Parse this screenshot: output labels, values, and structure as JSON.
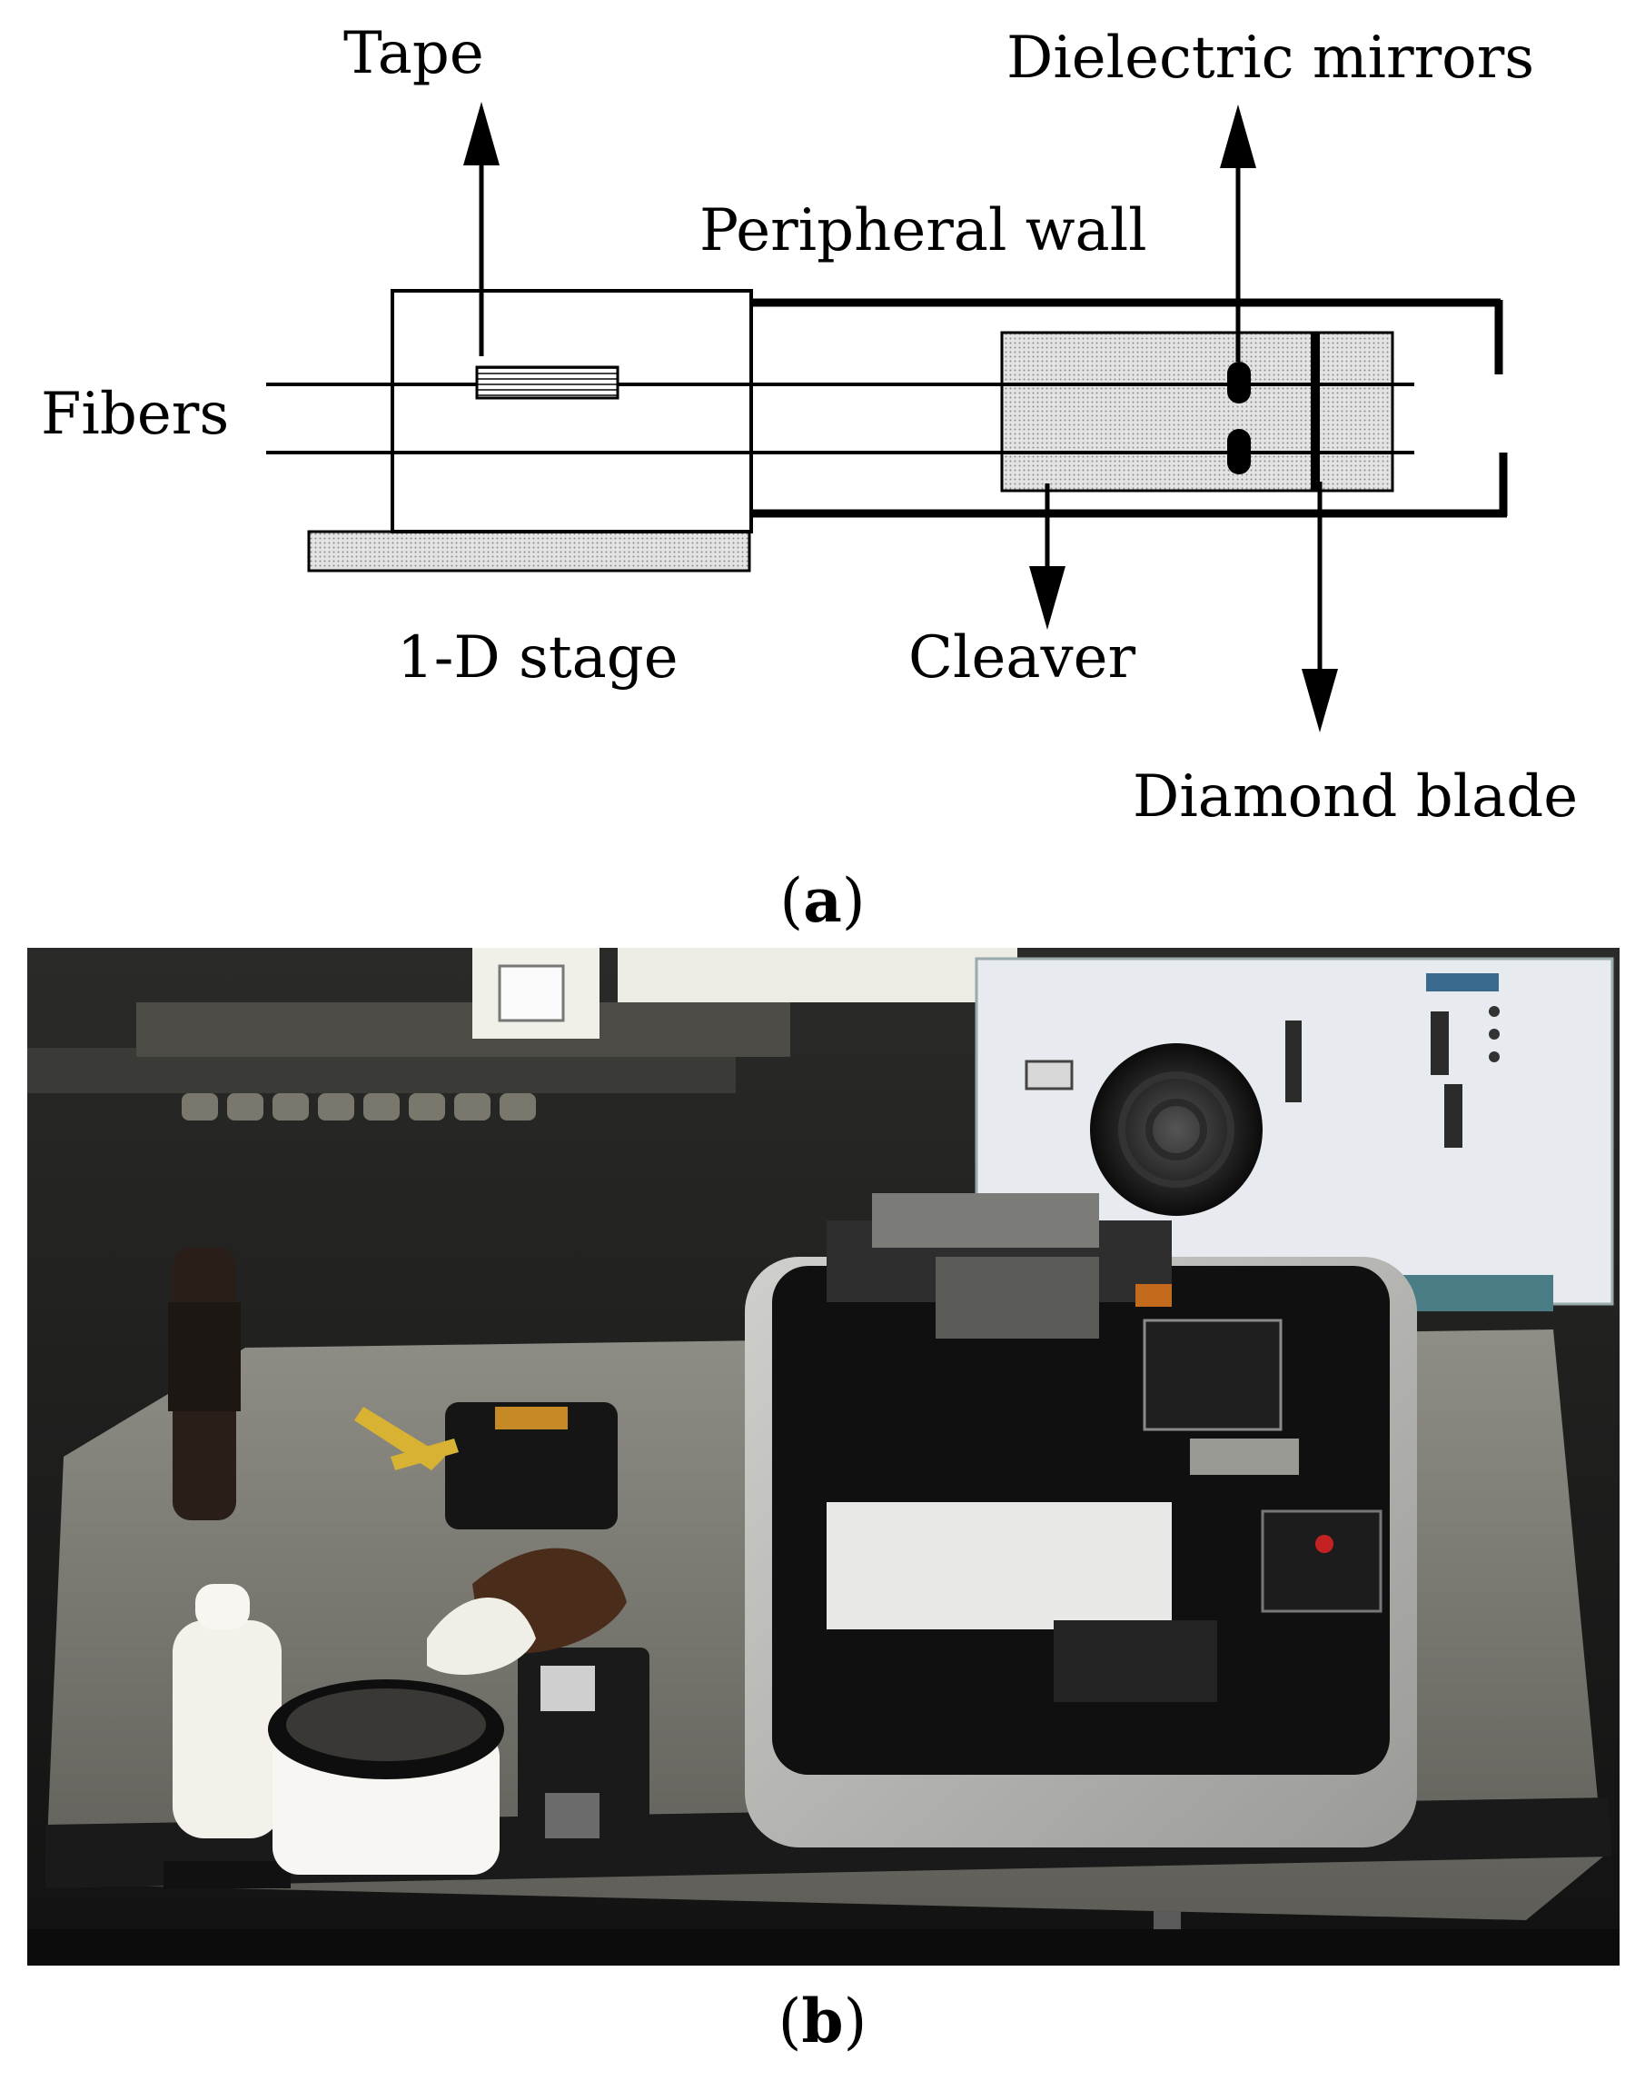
{
  "labels": {
    "tape": "Tape",
    "dielectric_mirrors": "Dielectric mirrors",
    "peripheral_wall": "Peripheral wall",
    "fibers": "Fibers",
    "stage": "1-D stage",
    "cleaver": "Cleaver",
    "diamond_blade": "Diamond blade"
  },
  "captions": {
    "a": {
      "open": "(",
      "letter": "a",
      "close": ")"
    },
    "b": {
      "open": "(",
      "letter": "b",
      "close": ")"
    }
  },
  "colors": {
    "line": "#000000",
    "stage_fill": "#c8c8c8",
    "cleaver_fill": "#dcdcdc",
    "tape_fill": "#bdbdbd"
  }
}
